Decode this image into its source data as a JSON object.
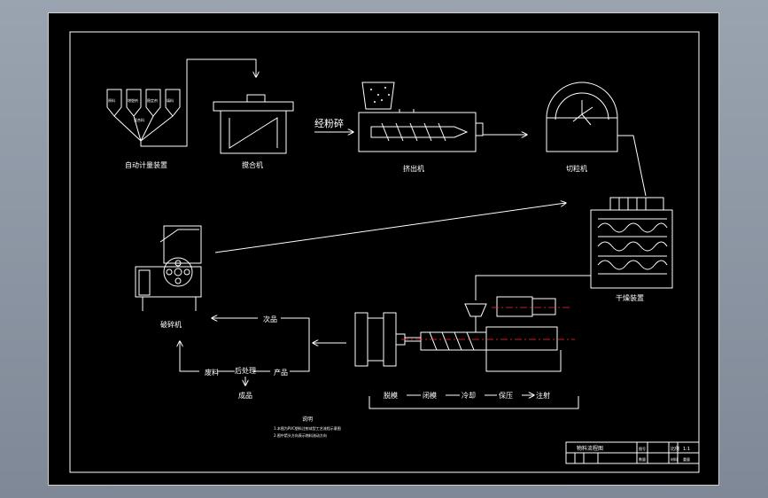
{
  "labels": {
    "auto_metering": "自动计量装置",
    "mixer": "搅合机",
    "extruder": "挤出机",
    "pelletizer": "切粒机",
    "dryer": "干燥装置",
    "crusher": "破碎机",
    "premix_note": "经粉碎",
    "hopper_tags": [
      "原料",
      "增塑剂",
      "稳定剂",
      "填料"
    ],
    "blend_tag": "混合料"
  },
  "recycle": {
    "defect": "次品",
    "scrap": "废料",
    "post_process": "后处理",
    "product": "产品",
    "finished": "成品"
  },
  "process_steps": [
    "闭模",
    "注射",
    "保压",
    "冷却",
    "脱模"
  ],
  "notes": {
    "title": "说明",
    "line1": "1.本图为PVC塑料注射成型工艺流程示意图",
    "line2": "2.图中箭头方向表示物料流动方向"
  },
  "title_block": {
    "drawing_name": "物料流程图",
    "row2_left": "比例",
    "row2_right": "1:1",
    "cells": [
      "图号",
      "数量",
      "材料",
      "重量"
    ]
  },
  "colors": {
    "line": "#ffffff",
    "centerline": "#ff3030",
    "background": "#000000",
    "frame": "#d0d0d0"
  }
}
